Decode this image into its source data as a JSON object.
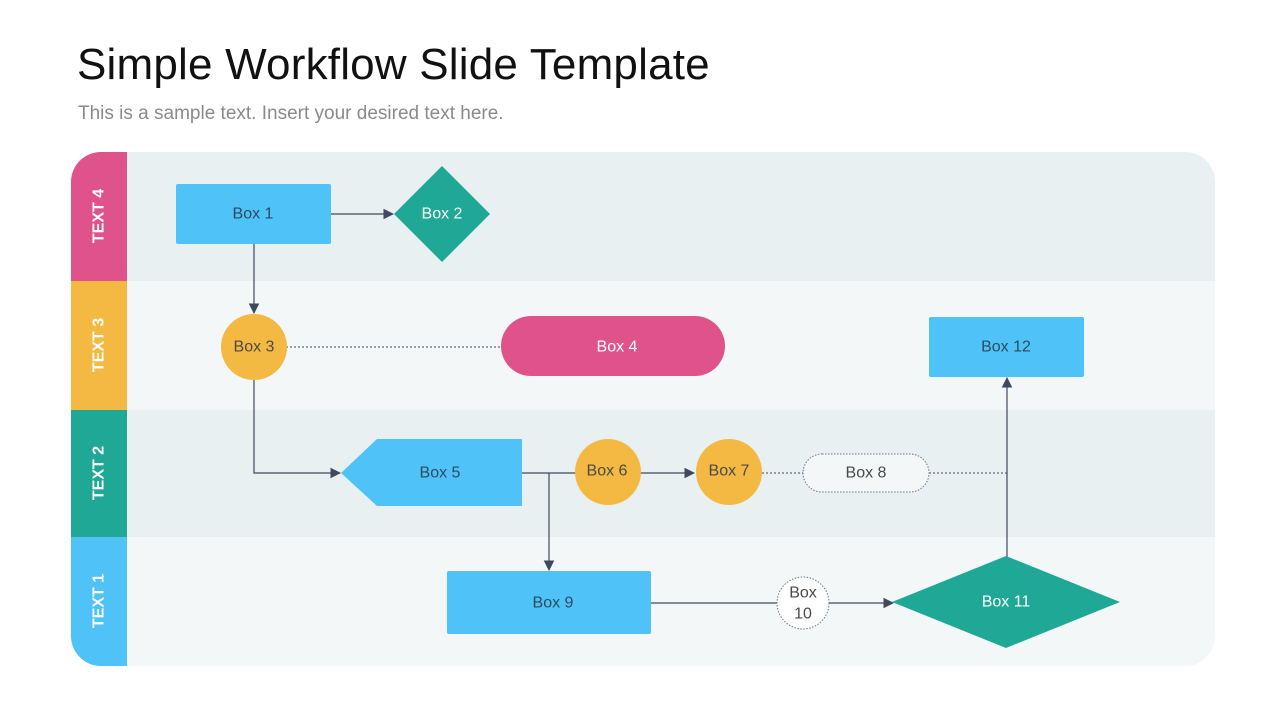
{
  "slide": {
    "title": "Simple Workflow Slide Template",
    "subtitle": "This is a sample text. Insert your desired text here."
  },
  "lanes": [
    {
      "label": "TEXT 4",
      "color": "#E0528A"
    },
    {
      "label": "TEXT 3",
      "color": "#F4B942"
    },
    {
      "label": "TEXT 2",
      "color": "#1FA896"
    },
    {
      "label": "TEXT 1",
      "color": "#4FC3F7"
    }
  ],
  "nodes": {
    "box1": "Box 1",
    "box2": "Box 2",
    "box3": "Box 3",
    "box4": "Box 4",
    "box5": "Box 5",
    "box6": "Box 6",
    "box7": "Box 7",
    "box8": "Box 8",
    "box9": "Box 9",
    "box10_line1": "Box",
    "box10_line2": "10",
    "box11": "Box 11",
    "box12": "Box 12"
  },
  "colors": {
    "blue": "#4FC3F7",
    "teal": "#1FA896",
    "yellow": "#F4B942",
    "pink": "#E0528A",
    "connector": "#3f4a5c",
    "lane_dark": "#E8F0F2",
    "lane_light": "#F4F7F7"
  }
}
